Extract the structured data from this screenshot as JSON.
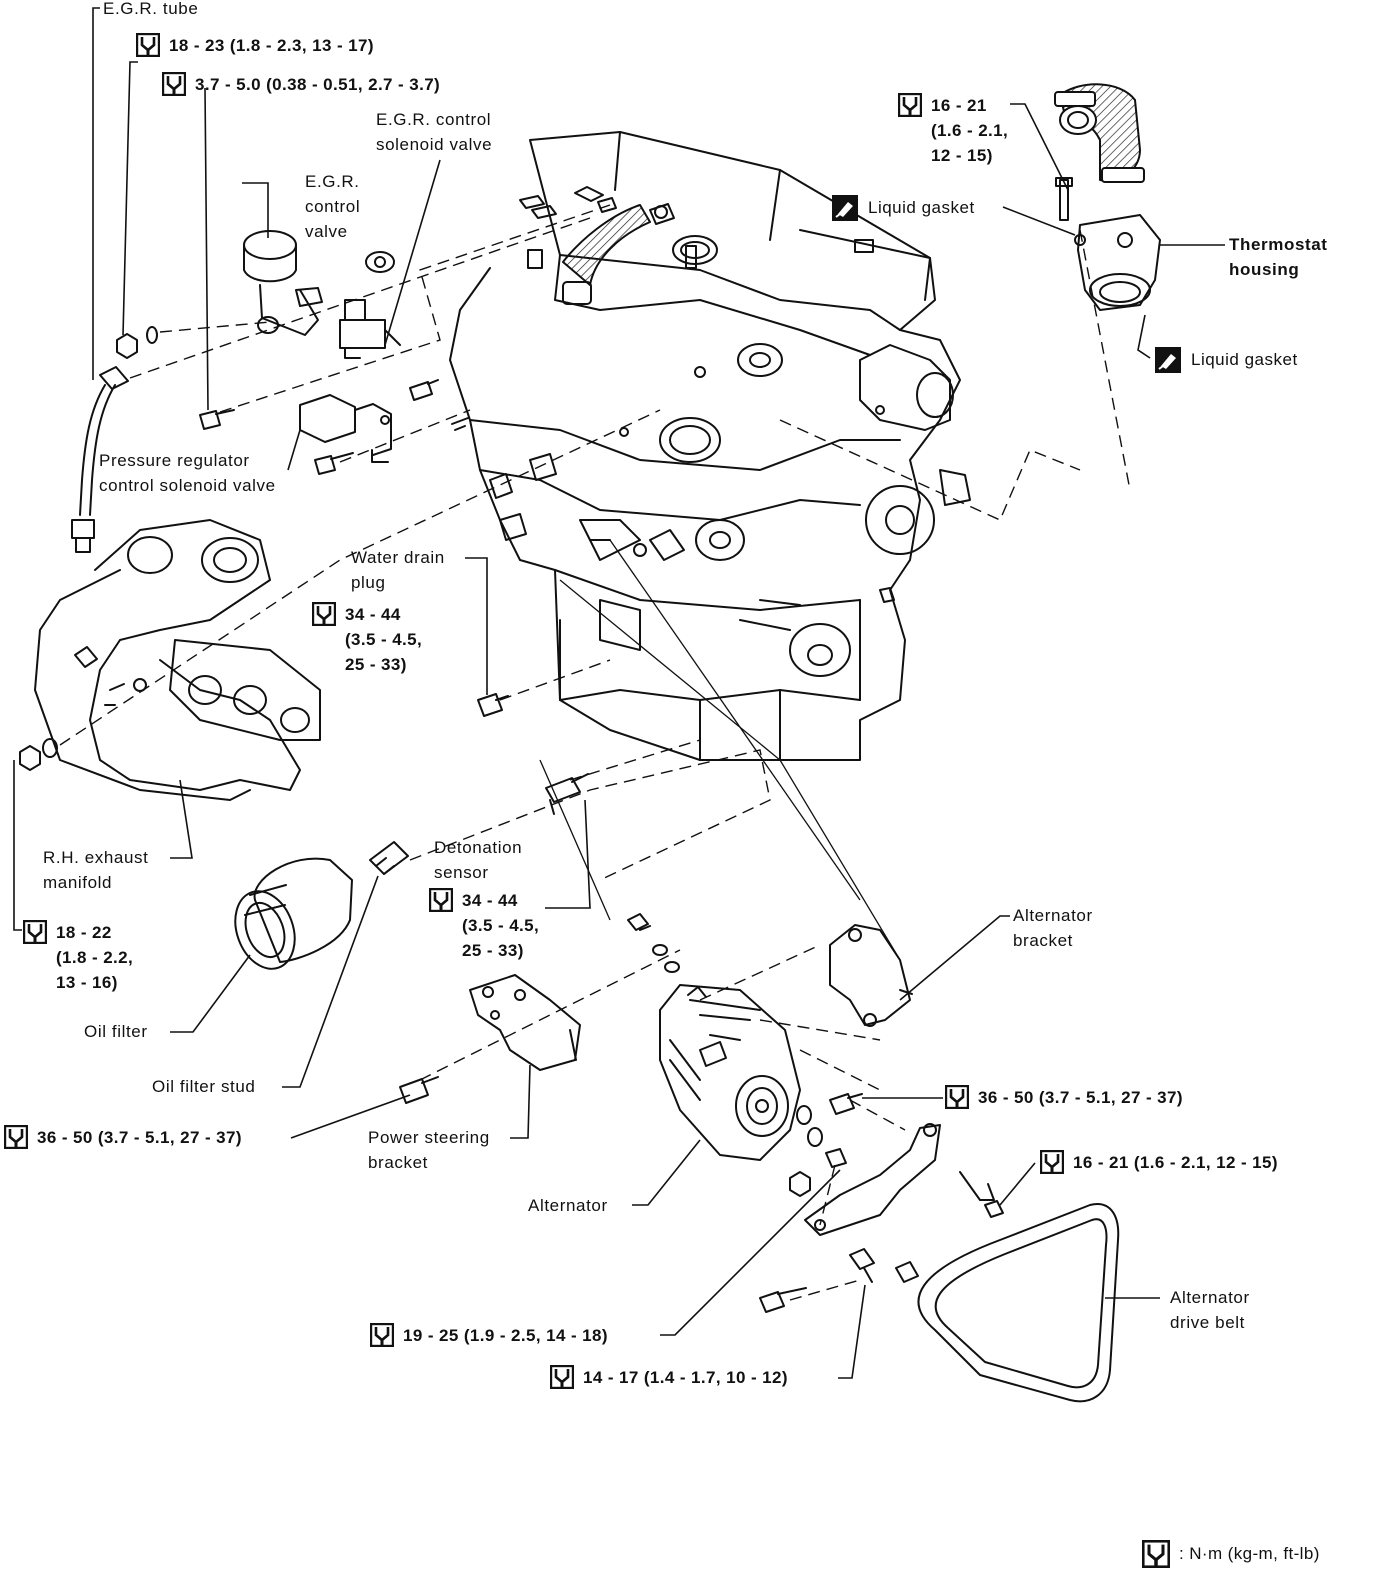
{
  "labels": {
    "egr_tube": "E.G.R. tube",
    "egr_control_solenoid_valve": [
      "E.G.R. control",
      "solenoid valve"
    ],
    "egr_control_valve": [
      "E.G.R.",
      "control",
      "valve"
    ],
    "pressure_regulator_solenoid": [
      "Pressure regulator",
      "control solenoid valve"
    ],
    "liquid_gasket_top": "Liquid gasket",
    "liquid_gasket_lower": "Liquid gasket",
    "thermostat_housing": [
      "Thermostat",
      "housing"
    ],
    "water_drain_plug": [
      "Water drain",
      "plug"
    ],
    "rh_exhaust_manifold": [
      "R.H. exhaust",
      "manifold"
    ],
    "detonation_sensor": [
      "Detonation",
      "sensor"
    ],
    "alternator_bracket": [
      "Alternator",
      "bracket"
    ],
    "oil_filter": "Oil filter",
    "oil_filter_stud": "Oil filter stud",
    "power_steering_bracket": [
      "Power steering",
      "bracket"
    ],
    "alternator": "Alternator",
    "alternator_drive_belt": [
      "Alternator",
      "drive belt"
    ]
  },
  "torque_specs": {
    "egr_tube_nut": [
      "18 - 23 (1.8 - 2.3, 13 - 17)"
    ],
    "egr_valve_bolt": [
      "3.7 - 5.0 (0.38 - 0.51, 2.7 - 3.7)"
    ],
    "thermostat_bolt": [
      "16 - 21",
      "(1.6 - 2.1,",
      "12 - 15)"
    ],
    "water_drain_plug": [
      "34 - 44",
      "(3.5 - 4.5,",
      "25 - 33)"
    ],
    "exhaust_manifold_nut": [
      "18 - 22",
      "(1.8 - 2.2,",
      "13 - 16)"
    ],
    "detonation_sensor": [
      "34 - 44",
      "(3.5 - 4.5,",
      "25 - 33)"
    ],
    "alternator_bracket_bolt": [
      "36 - 50 (3.7 - 5.1, 27 - 37)"
    ],
    "adjusting_bar_bolt": [
      "16 - 21 (1.6 - 2.1, 12 - 15)"
    ],
    "power_steering_bracket_bolt": [
      "36 - 50 (3.7 - 5.1, 27 - 37)"
    ],
    "alternator_pivot_bolt": [
      "19 - 25 (1.9 - 2.5, 14 - 18)"
    ],
    "adjusting_bolt": [
      "14 - 17 (1.4 - 1.7, 10 - 12)"
    ]
  },
  "legend": {
    "text": ": N·m (kg-m, ft-lb)"
  },
  "icons": {
    "torque": "torque-wrench-icon",
    "gasket": "liquid-gasket-icon"
  }
}
